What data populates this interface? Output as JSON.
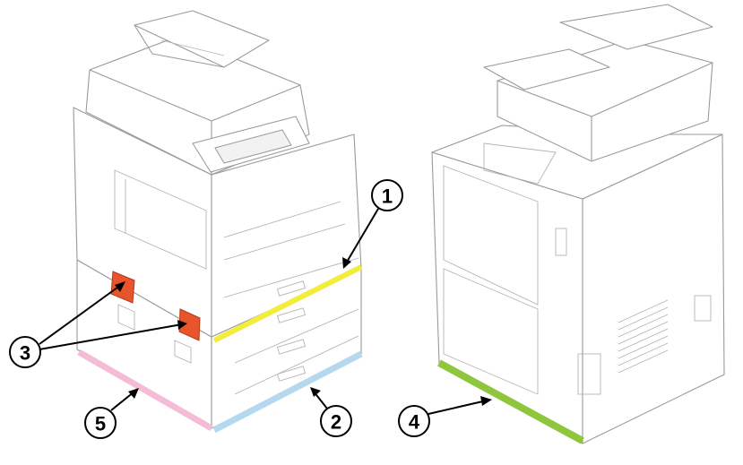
{
  "callouts": [
    {
      "id": "c1",
      "label": "1"
    },
    {
      "id": "c2",
      "label": "2"
    },
    {
      "id": "c3",
      "label": "3"
    },
    {
      "id": "c4",
      "label": "4"
    },
    {
      "id": "c5",
      "label": "5"
    }
  ],
  "colors": {
    "yellow_band": "#f2ec3c",
    "blue_band": "#b4d8ee",
    "pink_band": "#f4bcd6",
    "green_band": "#8ec63e",
    "orange_marker": "#e8542c",
    "line_art": "#9a9a9a"
  }
}
